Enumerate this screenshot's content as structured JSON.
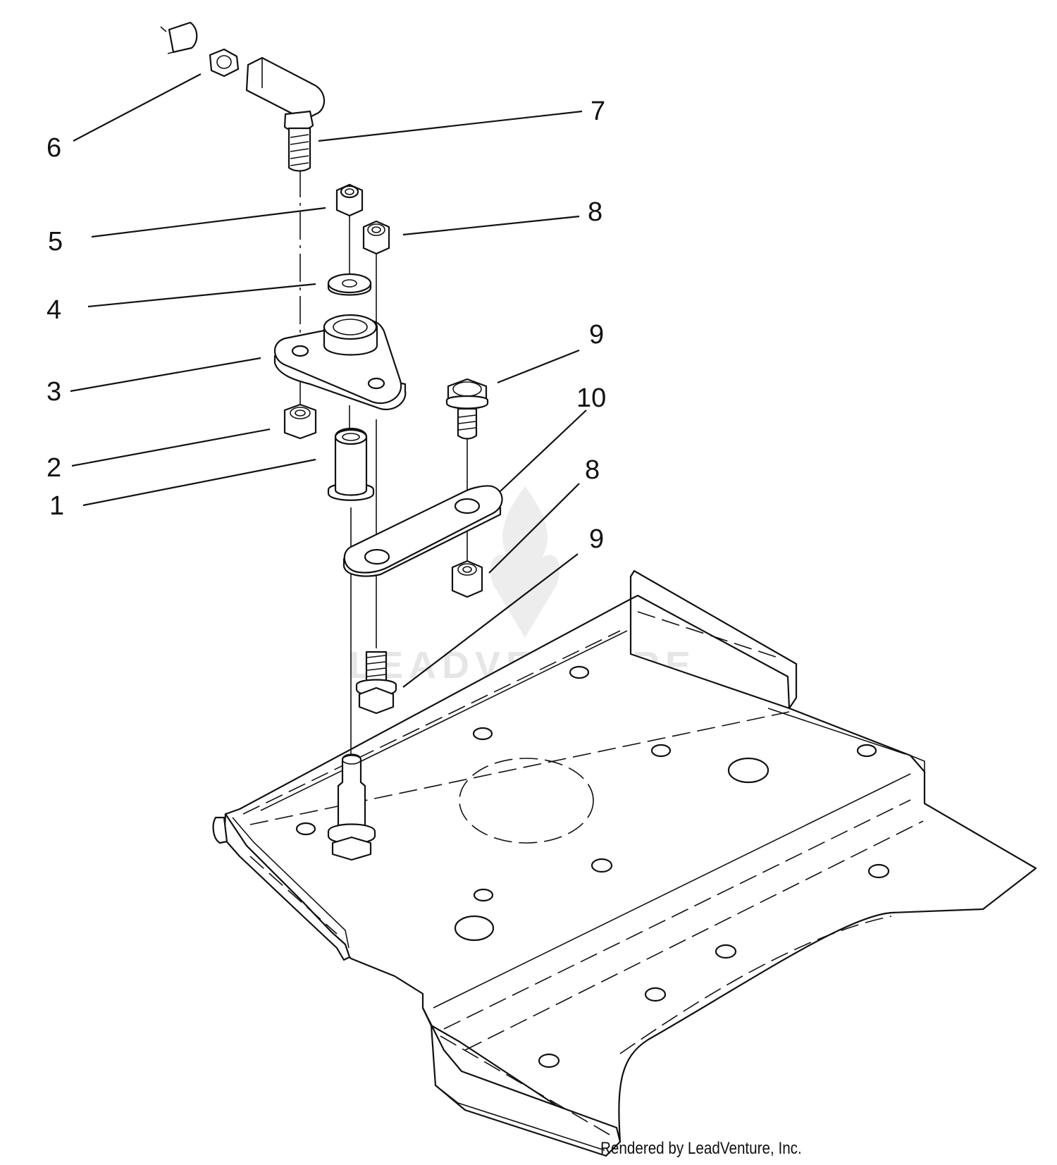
{
  "callouts": [
    {
      "id": "1",
      "label": "1"
    },
    {
      "id": "2",
      "label": "2"
    },
    {
      "id": "3",
      "label": "3"
    },
    {
      "id": "4",
      "label": "4"
    },
    {
      "id": "5",
      "label": "5"
    },
    {
      "id": "6",
      "label": "6"
    },
    {
      "id": "7",
      "label": "7"
    },
    {
      "id": "8a",
      "label": "8"
    },
    {
      "id": "8b",
      "label": "8"
    },
    {
      "id": "9a",
      "label": "9"
    },
    {
      "id": "9b",
      "label": "9"
    },
    {
      "id": "10",
      "label": "10"
    }
  ],
  "watermark": {
    "text": "LEADVENTURE",
    "logo": "leadventure-flame-logo"
  },
  "credit": "Rendered by LeadVenture, Inc."
}
